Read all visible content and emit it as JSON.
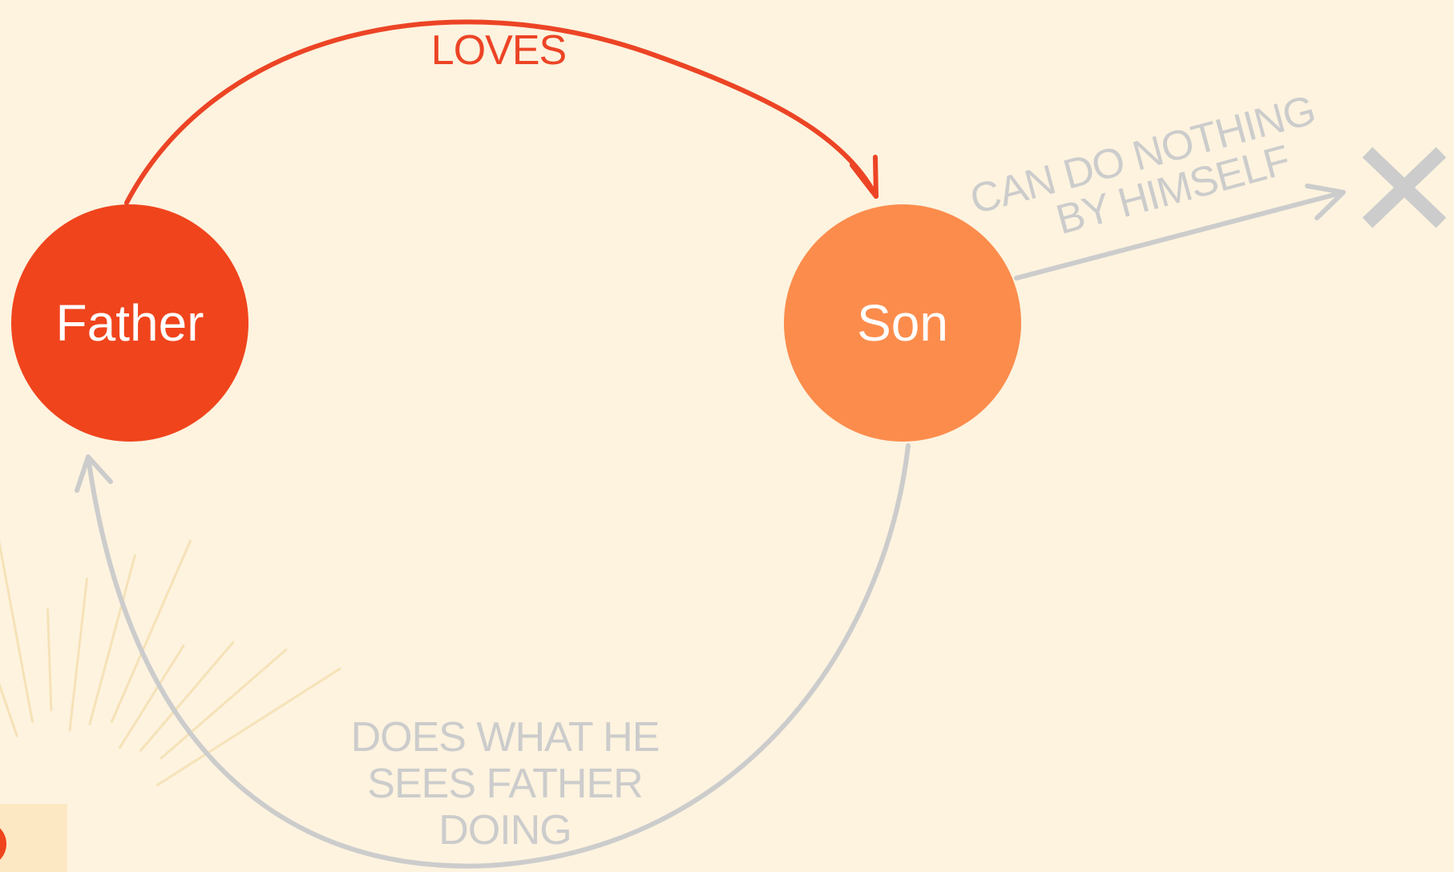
{
  "colors": {
    "background": "#fdf3df",
    "father": "#f0441c",
    "son": "#fc8c4c",
    "loves_arrow": "#ec4425",
    "muted": "#cccccc",
    "rays": "#f6e2b8",
    "corner_block": "#fde8c4"
  },
  "nodes": {
    "father": {
      "label": "Father"
    },
    "son": {
      "label": "Son"
    }
  },
  "edges": {
    "loves": {
      "label": "LOVES"
    },
    "nothing": {
      "label_line1": "CAN DO NOTHING",
      "label_line2": "BY HIMSELF"
    },
    "does": {
      "label_line1": "DOES WHAT HE",
      "label_line2": "SEES FATHER",
      "label_line3": "DOING"
    }
  },
  "icons": {
    "cross": "close-icon",
    "sunburst": "sunburst-icon"
  }
}
